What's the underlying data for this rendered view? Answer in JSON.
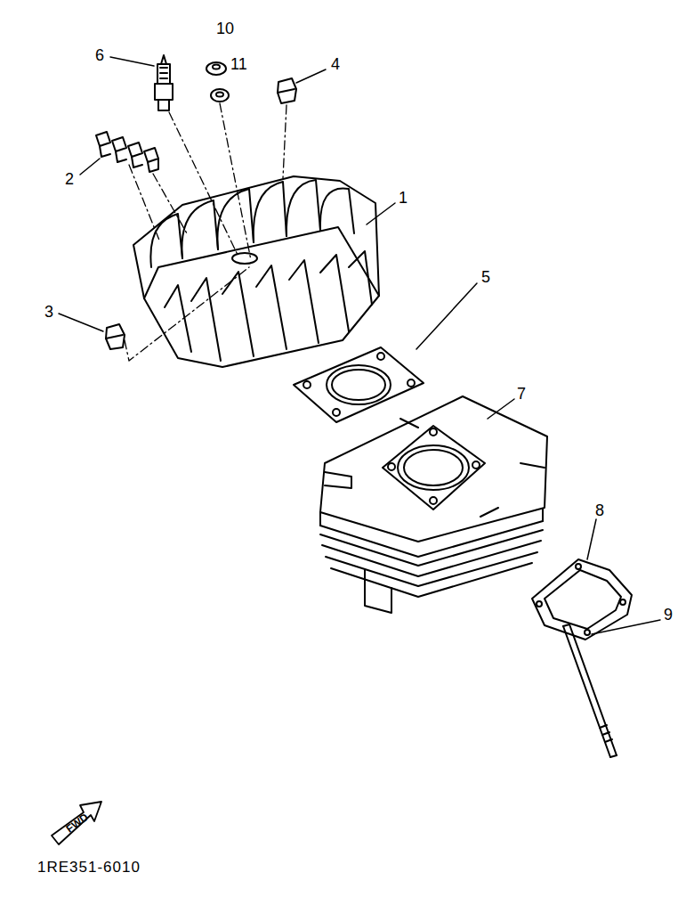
{
  "diagram": {
    "labels": [
      "10",
      "6",
      "11",
      "4",
      "2",
      "1",
      "5",
      "3",
      "7",
      "8",
      "9",
      "FWD",
      "1RE351-6010"
    ]
  }
}
